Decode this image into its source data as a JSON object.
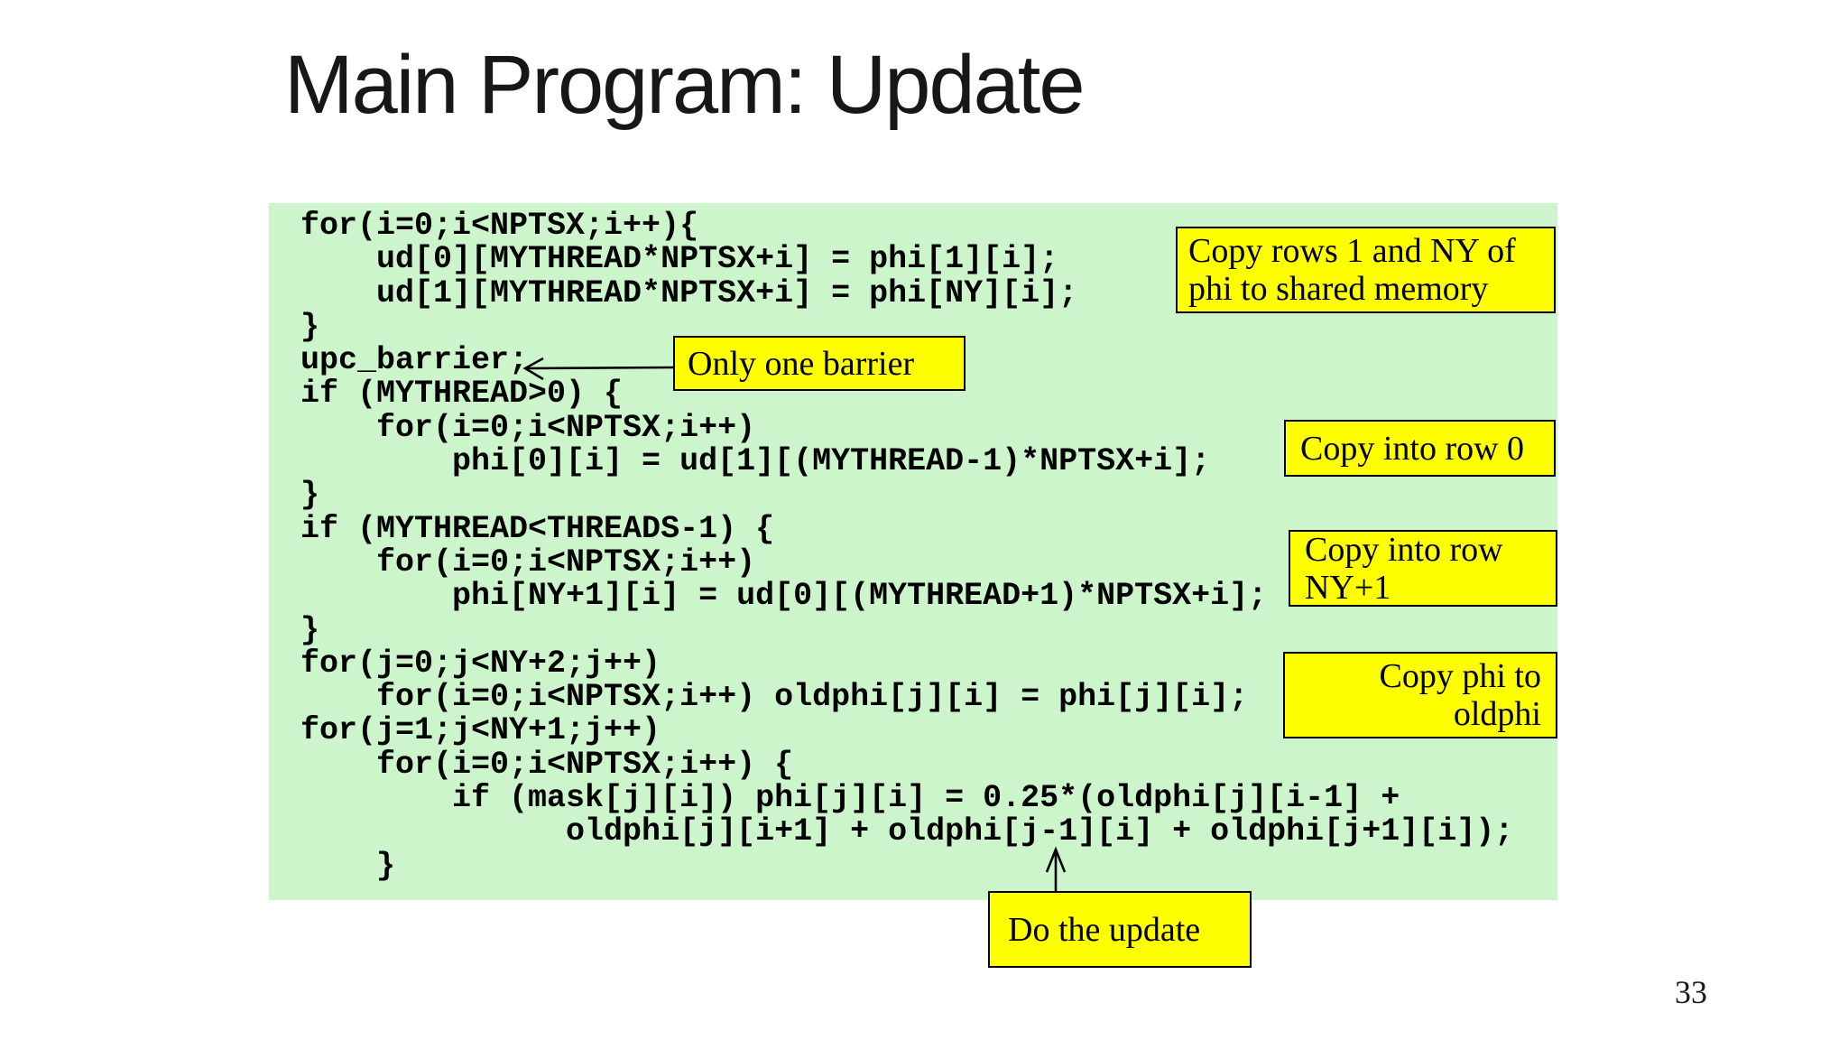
{
  "slide": {
    "title": "Main Program: Update",
    "page_number": "33"
  },
  "colors": {
    "code_bg": "#ccf5cc",
    "callout_bg": "#ffff00",
    "callout_border": "#000000"
  },
  "code_block": {
    "lines": [
      "for(i=0;i<NPTSX;i++){",
      "    ud[0][MYTHREAD*NPTSX+i] = phi[1][i];",
      "    ud[1][MYTHREAD*NPTSX+i] = phi[NY][i];",
      "}",
      "upc_barrier;",
      "if (MYTHREAD>0) {",
      "    for(i=0;i<NPTSX;i++)",
      "        phi[0][i] = ud[1][(MYTHREAD-1)*NPTSX+i];",
      "}",
      "if (MYTHREAD<THREADS-1) {",
      "    for(i=0;i<NPTSX;i++)",
      "        phi[NY+1][i] = ud[0][(MYTHREAD+1)*NPTSX+i];",
      "}",
      "for(j=0;j<NY+2;j++)",
      "    for(i=0;i<NPTSX;i++) oldphi[j][i] = phi[j][i];",
      "for(j=1;j<NY+1;j++)",
      "    for(i=0;i<NPTSX;i++) {",
      "        if (mask[j][i]) phi[j][i] = 0.25*(oldphi[j][i-1] +",
      "              oldphi[j][i+1] + oldphi[j-1][i] + oldphi[j+1][i]);",
      "    }"
    ]
  },
  "callouts": {
    "copy_rows": {
      "lines": [
        "Copy rows 1 and NY of",
        "phi to shared memory"
      ]
    },
    "only_barrier": {
      "lines": [
        "Only one barrier"
      ]
    },
    "copy_row0": {
      "lines": [
        "Copy into row 0"
      ]
    },
    "copy_rowny1": {
      "lines": [
        "Copy into row",
        "NY+1"
      ]
    },
    "copy_phi": {
      "lines": [
        "Copy phi to",
        "oldphi"
      ]
    },
    "do_update": {
      "lines": [
        "Do the update"
      ]
    }
  }
}
